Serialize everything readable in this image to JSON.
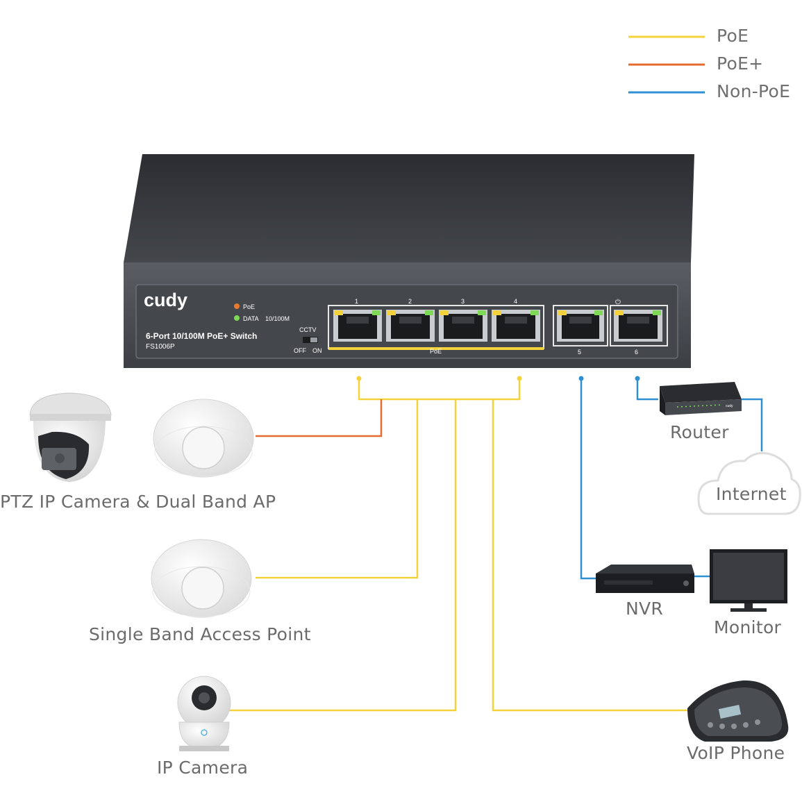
{
  "legend": {
    "items": [
      {
        "label": "PoE",
        "color": "#f4d23c"
      },
      {
        "label": "PoE+",
        "color": "#e46a2e"
      },
      {
        "label": "Non-PoE",
        "color": "#2f8fd3"
      }
    ]
  },
  "switch": {
    "brand": "cudy",
    "model_line": "6-Port 10/100M PoE+ Switch",
    "model_code": "FS1006P",
    "led_poe": "PoE",
    "led_data": "DATA",
    "led_speed": "10/100M",
    "cctv_label": "CCTV",
    "cctv_off": "OFF",
    "cctv_on": "ON",
    "poe_bar_label": "PoE",
    "ports_top": [
      "1",
      "2",
      "3",
      "4"
    ],
    "port5": "5",
    "port6": "6",
    "power_symbol": "⏻"
  },
  "router_brand": "cudy",
  "devices": {
    "ptz_ap": "PTZ IP Camera & Dual Band AP",
    "single_ap": "Single Band Access Point",
    "ip_camera": "IP Camera",
    "router": "Router",
    "internet": "Internet",
    "nvr": "NVR",
    "monitor": "Monitor",
    "voip": "VoIP Phone"
  },
  "colors": {
    "poe": "#f4d23c",
    "poe_plus": "#e46a2e",
    "non_poe": "#2f8fd3"
  }
}
